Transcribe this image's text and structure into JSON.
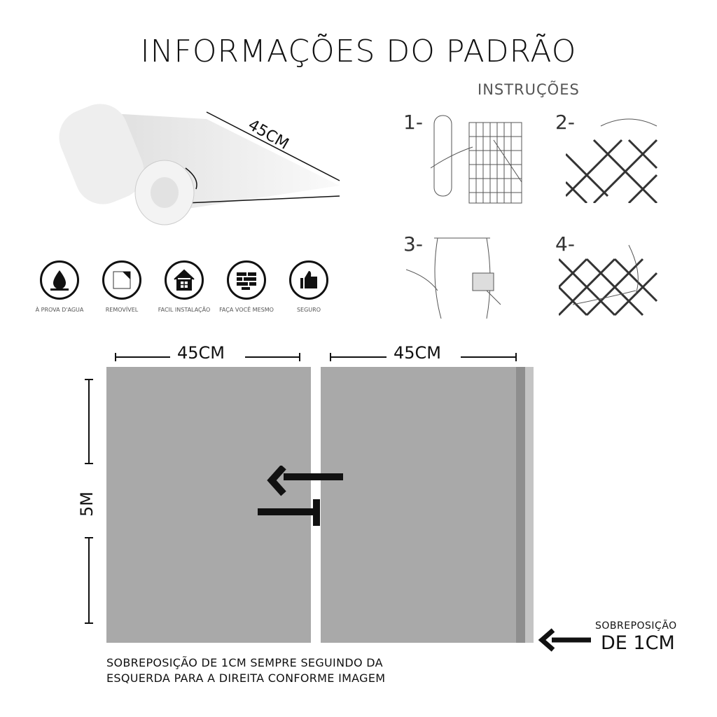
{
  "title": "INFORMAÇÕES DO PADRÃO",
  "instructions": {
    "heading": "INSTRUÇÕES",
    "steps": [
      "1-",
      "2-",
      "3-",
      "4-"
    ]
  },
  "roll": {
    "width_label": "45CM"
  },
  "features": [
    {
      "icon": "water-drop-icon",
      "label": "À PROVA D'AGUA"
    },
    {
      "icon": "peel-icon",
      "label": "REMOVÍVEL"
    },
    {
      "icon": "house-icon",
      "label": "FACIL INSTALAÇÃO"
    },
    {
      "icon": "brick-wall-icon",
      "label": "FAÇA VOCÊ MESMO"
    },
    {
      "icon": "thumbs-up-icon",
      "label": "SEGURO"
    }
  ],
  "diagram": {
    "left_width": "45CM",
    "right_width": "45CM",
    "height": "5M",
    "overlap_line1": "SOBREPOSIÇÃO",
    "overlap_line2": "DE 1CM",
    "panel_color": "#a9a9a9",
    "caption_line1": "SOBREPOSIÇÃO DE 1CM SEMPRE SEGUINDO DA",
    "caption_line2": "ESQUERDA PARA A DIREITA CONFORME IMAGEM"
  }
}
